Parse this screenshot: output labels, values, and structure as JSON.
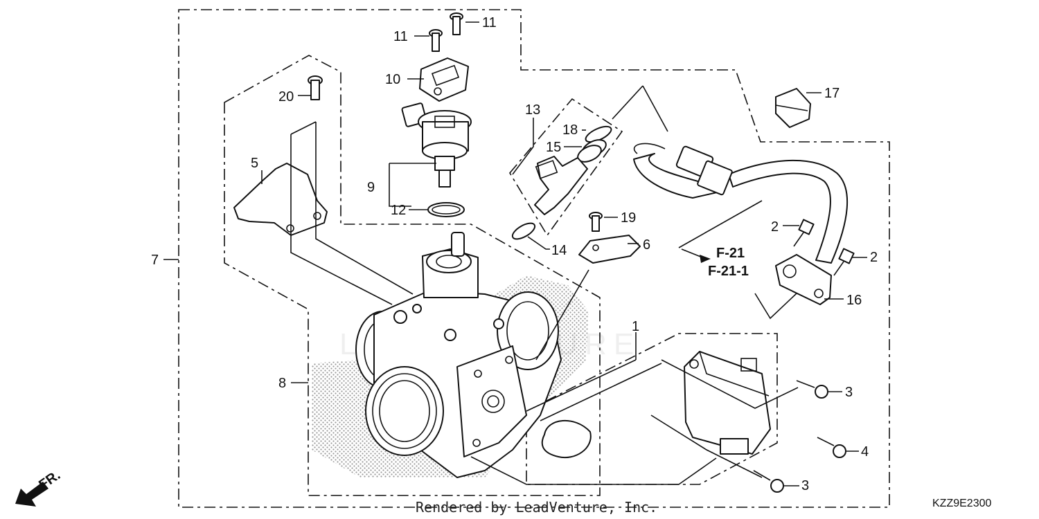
{
  "diagram": {
    "credit": "Rendered by LeadVenture, Inc.",
    "diagram_code": "KZZ9E2300",
    "front_marker": "FR.",
    "watermark": "LEADVENTURE",
    "references": [
      "F-21",
      "F-21-1"
    ],
    "callouts": [
      {
        "id": "c1",
        "label": "1"
      },
      {
        "id": "c2a",
        "label": "2"
      },
      {
        "id": "c2b",
        "label": "2"
      },
      {
        "id": "c3a",
        "label": "3"
      },
      {
        "id": "c3b",
        "label": "3"
      },
      {
        "id": "c4",
        "label": "4"
      },
      {
        "id": "c5",
        "label": "5"
      },
      {
        "id": "c6",
        "label": "6"
      },
      {
        "id": "c7",
        "label": "7"
      },
      {
        "id": "c8",
        "label": "8"
      },
      {
        "id": "c9",
        "label": "9"
      },
      {
        "id": "c10",
        "label": "10"
      },
      {
        "id": "c11a",
        "label": "11"
      },
      {
        "id": "c11b",
        "label": "11"
      },
      {
        "id": "c12",
        "label": "12"
      },
      {
        "id": "c13",
        "label": "13"
      },
      {
        "id": "c14",
        "label": "14"
      },
      {
        "id": "c15",
        "label": "15"
      },
      {
        "id": "c16",
        "label": "16"
      },
      {
        "id": "c17",
        "label": "17"
      },
      {
        "id": "c18",
        "label": "18"
      },
      {
        "id": "c19",
        "label": "19"
      },
      {
        "id": "c20",
        "label": "20"
      }
    ]
  }
}
